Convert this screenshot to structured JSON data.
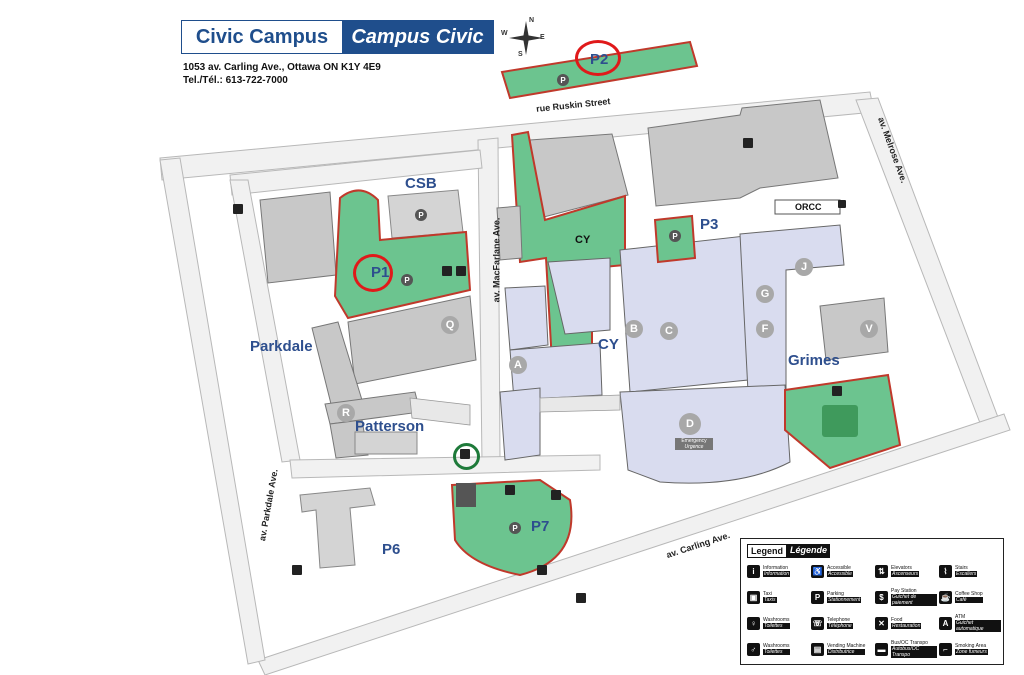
{
  "header": {
    "title_en": "Civic Campus",
    "title_fr": "Campus Civic",
    "address": "1053 av. Carling Ave., Ottawa ON K1Y 4E9",
    "phone": "Tel./Tél.: 613-722-7000"
  },
  "compass": {
    "n": "N",
    "s": "S",
    "e": "E",
    "w": "W"
  },
  "streets": {
    "ruskin": "rue Ruskin Street",
    "melrose": "av. Melrose Ave.",
    "macfarlane": "av. MacFarlane Ave.",
    "parkdale": "av. Parkdale Ave.",
    "carling": "av. Carling Ave."
  },
  "parking": {
    "p1": "P1",
    "p2": "P2",
    "p3": "P3",
    "p6": "P6",
    "p7": "P7"
  },
  "buildings": {
    "csb": "CSB",
    "cy_top": "CY",
    "cy_bottom": "CY",
    "parkdale": "Parkdale",
    "patterson": "Patterson",
    "grimes": "Grimes",
    "orcc": "ORCC",
    "emergency_en": "Emergency",
    "emergency_fr": "Urgence"
  },
  "building_letters": [
    "A",
    "B",
    "C",
    "D",
    "G",
    "F",
    "J",
    "Q",
    "R",
    "V"
  ],
  "legend": {
    "heading_en": "Legend",
    "heading_fr": "Légende",
    "items": [
      {
        "icon": "i",
        "en": "Information",
        "fr": "Information"
      },
      {
        "icon": "♿",
        "en": "Accessible",
        "fr": "Accessible"
      },
      {
        "icon": "⇅",
        "en": "Elevators",
        "fr": "Ascenseurs"
      },
      {
        "icon": "⌇",
        "en": "Stairs",
        "fr": "Escaliers"
      },
      {
        "icon": "▣",
        "en": "Taxi",
        "fr": "Taxis"
      },
      {
        "icon": "P",
        "en": "Parking",
        "fr": "Stationnement"
      },
      {
        "icon": "$",
        "en": "Pay Station",
        "fr": "Guichet de paiement"
      },
      {
        "icon": "☕",
        "en": "Coffee Shop",
        "fr": "Café"
      },
      {
        "icon": "♀",
        "en": "Washrooms",
        "fr": "Toilettes"
      },
      {
        "icon": "☏",
        "en": "Telephone",
        "fr": "Téléphone"
      },
      {
        "icon": "✕",
        "en": "Food",
        "fr": "Restauration"
      },
      {
        "icon": "A",
        "en": "ATM",
        "fr": "Guichet automatique"
      },
      {
        "icon": "♂",
        "en": "Washrooms",
        "fr": "Toilettes"
      },
      {
        "icon": "▤",
        "en": "Vending Machine",
        "fr": "Distributrice"
      },
      {
        "icon": "▬",
        "en": "Bus/OC Transpo",
        "fr": "Autobus/OC Transpo"
      },
      {
        "icon": "⌐",
        "en": "Smoking Area",
        "fr": "Zone fumeurs"
      }
    ]
  },
  "colors": {
    "parking_green": "#6cc48f",
    "parking_border": "#c0392b",
    "hospital_lavender": "#d9dcef",
    "building_gray": "#c8c8c8",
    "road_gray": "#efefef",
    "label_blue": "#2e4f8e",
    "highlight_red": "#e0191a",
    "highlight_green": "#1e7a3a"
  }
}
